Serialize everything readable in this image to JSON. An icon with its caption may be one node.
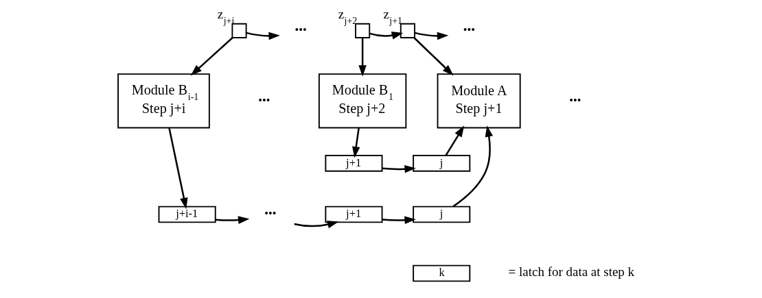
{
  "diagram": {
    "nodes": [
      {
        "text": [],
        "shape": "box",
        "beside": [
          "z$_{j+i}$"
        ]
      },
      {
        "text": [
          "•••"
        ]
      },
      {
        "text": [],
        "shape": "box",
        "beside": [
          "z$_{j+2}$"
        ]
      },
      {
        "text": [],
        "shape": "box",
        "beside": [
          "z$_{j+1}$"
        ]
      },
      {
        "text": [
          "•••"
        ]
      },
      {
        "text": [
          "Module B$_{i-1}$",
          "Step j+i"
        ]
      },
      {
        "text": [
          "Module B$_{1}$",
          "Step j+2"
        ]
      },
      {
        "text": [
          "Module A",
          "Step j+1"
        ]
      },
      {
        "text": [
          "j+1"
        ]
      },
      {
        "text": [
          "j"
        ]
      },
      {
        "text": [
          "j+i-1"
        ]
      },
      {
        "text": [
          "•••"
        ]
      },
      {
        "text": [
          "j+1"
        ]
      },
      {
        "text": [
          "j"
        ]
      },
      {
        "text": [
          "k"
        ],
        "beside": [
          "= latch for data at step k"
        ]
      }
    ],
    "edges": [
      {
        "from": 0,
        "to": 1,
        "arrow": "to"
      },
      {
        "from": 0,
        "to": 5,
        "arrow": "to"
      },
      {
        "from": 2,
        "to": 3,
        "arrow": "to"
      },
      {
        "from": 2,
        "to": 6,
        "arrow": "to"
      },
      {
        "from": 3,
        "to": 4,
        "arrow": "to"
      },
      {
        "from": 3,
        "to": 7,
        "arrow": "to"
      },
      {
        "from": 5,
        "to": 10,
        "arrow": "to"
      },
      {
        "from": 10,
        "to": 11,
        "arrow": "to"
      },
      {
        "from": 11,
        "to": 12,
        "arrow": "to"
      },
      {
        "from": 6,
        "to": 8,
        "arrow": "to"
      },
      {
        "from": 8,
        "to": 9,
        "arrow": "to"
      },
      {
        "from": 9,
        "to": 7,
        "arrow": "to"
      },
      {
        "from": 12,
        "to": 13,
        "arrow": "to"
      },
      {
        "from": 13,
        "to": 7,
        "arrow": "to"
      }
    ],
    "labels": [
      "•••",
      "•••"
    ]
  }
}
